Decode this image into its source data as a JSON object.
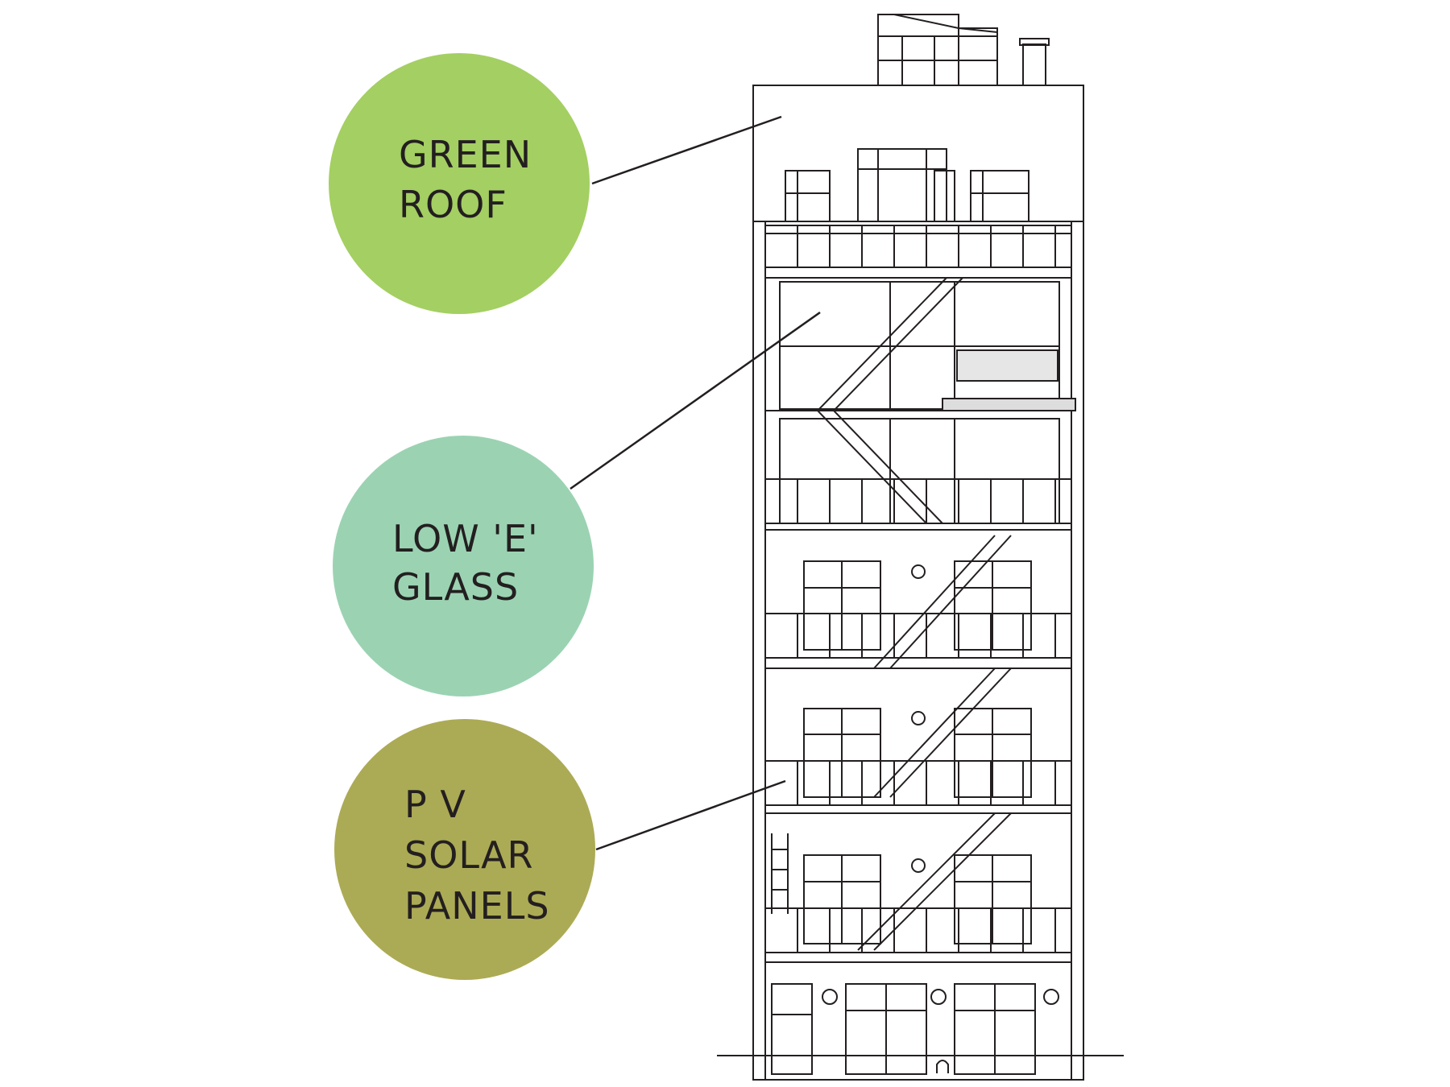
{
  "callouts": [
    {
      "id": "green-roof",
      "lines": [
        "GREEN",
        "ROOF"
      ],
      "color": "#a4cf62"
    },
    {
      "id": "low-e-glass",
      "lines": [
        "LOW 'E'",
        "GLASS"
      ],
      "color": "#9bd3b2"
    },
    {
      "id": "pv-solar-panels",
      "lines": [
        "P V",
        "SOLAR",
        "PANELS"
      ],
      "color": "#acab55"
    }
  ]
}
